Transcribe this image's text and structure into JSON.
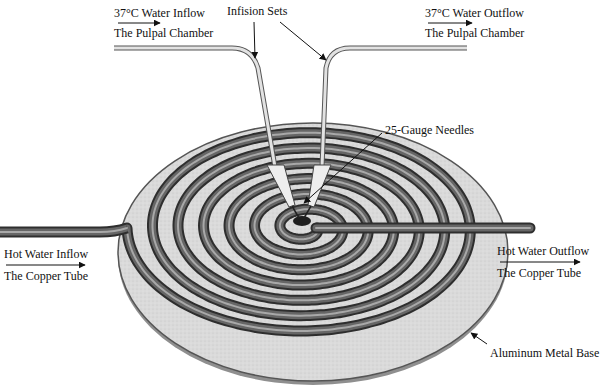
{
  "diagram": {
    "labels": [
      "Infision Sets",
      "37°C Water Inflow The Pulpal Chamber",
      "37°C Water Outflow The Pulpal Chamber",
      "25-Gauge Needles",
      "Hot Water Inflow The Copper Tube",
      "Hot Water Outflow The Copper Tube",
      "Aluminum Metal Base"
    ]
  }
}
